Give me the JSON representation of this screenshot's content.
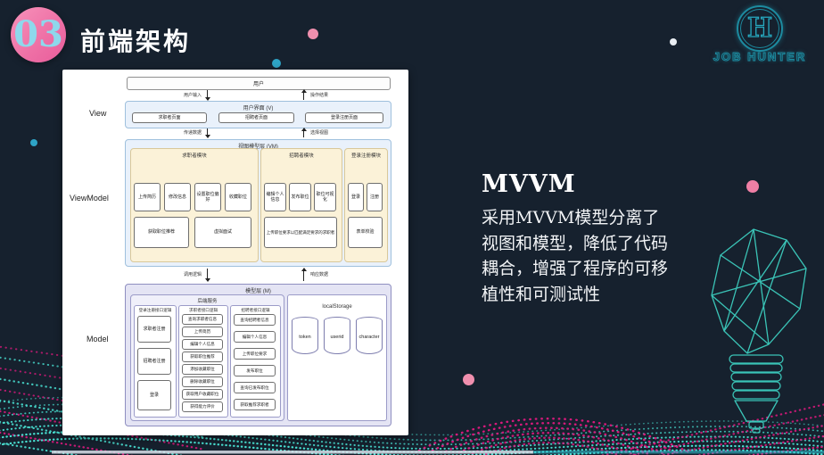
{
  "slide": {
    "number": "03",
    "title": "前端架构"
  },
  "logo": {
    "letter": "H",
    "name": "JOB HUNTER"
  },
  "layers": {
    "view": "View",
    "viewmodel": "ViewModel",
    "model": "Model"
  },
  "diagram": {
    "user_box": "用户",
    "arrows": {
      "user_input": "用户输入",
      "operation_result": "操作结果",
      "pass_data": "传递数据",
      "select_view": "选择视图",
      "call_logic": "调用逻辑",
      "response_data": "响应数据"
    },
    "view_layer": {
      "title": "用户界面 (V)",
      "pages": [
        "求职者页面",
        "招聘者页面",
        "登录注册页面"
      ]
    },
    "vm_layer": {
      "title": "视图模型层 (VM)",
      "modules": [
        {
          "name": "求职者模块",
          "row1": [
            "上传简历",
            "修改信息",
            "设置职位偏好",
            "收藏职位"
          ],
          "row2": [
            "获取职位推荐",
            "虚拟面试"
          ]
        },
        {
          "name": "招聘者模块",
          "row1": [
            "编辑个人信息",
            "发布职位",
            "职位可视化"
          ],
          "row2": [
            "上传职位要求以匹配满足要求的求职者"
          ]
        },
        {
          "name": "登录注册模块",
          "row1": [
            "登录",
            "注册"
          ],
          "row2": [
            "表单校验"
          ]
        }
      ]
    },
    "model_layer": {
      "title": "模型层 (M)",
      "backend": {
        "title": "后端服务",
        "columns": [
          {
            "name": "登录注册接口逻辑",
            "items": [
              "求职者注册",
              "招聘者注册",
              "登录"
            ]
          },
          {
            "name": "求职者接口逻辑",
            "items": [
              "查询求职者信息",
              "上传简历",
              "编辑个人信息",
              "获取职位推荐",
              "添加收藏职位",
              "删除收藏职位",
              "获取用户收藏职位",
              "获得能力评价"
            ]
          },
          {
            "name": "招聘者接口逻辑",
            "items": [
              "查询招聘者信息",
              "编辑个人信息",
              "上传职位要求",
              "发布职位",
              "查询已发布职位",
              "获取推荐求职者"
            ]
          }
        ]
      },
      "storage": {
        "title": "localStorage",
        "items": [
          "token",
          "userid",
          "character"
        ]
      }
    }
  },
  "aside": {
    "heading": "MVVM",
    "body": "采用MVVM模型分离了视图和模型，降低了代码耦合，增强了程序的可移植性和可测试性"
  },
  "colors": {
    "background": "#16212e",
    "accent_pink": "#ee6fa5",
    "accent_magenta": "#e0197f",
    "accent_cyan": "#49e0d2",
    "logo_teal": "#1d8ba0",
    "number_blue": "#8ed8ec"
  }
}
